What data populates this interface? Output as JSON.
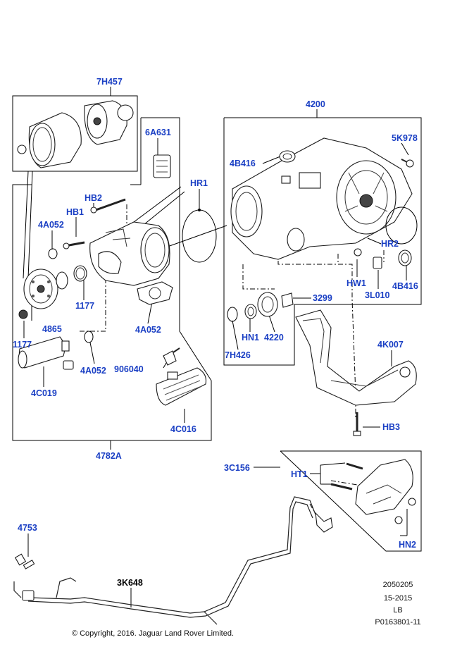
{
  "diagram": {
    "accent_color": "#1a3fc4",
    "callouts": {
      "c7H457": "7H457",
      "c4200": "4200",
      "c6A631": "6A631",
      "c5K978": "5K978",
      "c4B416a": "4B416",
      "cHR1": "HR1",
      "cHB2": "HB2",
      "cHB1": "HB1",
      "c4A052a": "4A052",
      "cHR2": "HR2",
      "cHW1": "HW1",
      "c4B416b": "4B416",
      "c3L010": "3L010",
      "c1177a": "1177",
      "c3299": "3299",
      "c4A052b": "4A052",
      "cHN1": "HN1",
      "c4220": "4220",
      "c4865": "4865",
      "c1177b": "1177",
      "c4K007": "4K007",
      "c7H426": "7H426",
      "c906040": "906040",
      "c4A052c": "4A052",
      "c4C019": "4C019",
      "c4C016": "4C016",
      "cHB3": "HB3",
      "c4782A": "4782A",
      "c3C156": "3C156",
      "cHT1": "HT1",
      "c4753": "4753",
      "cHN2": "HN2",
      "c3K648": "3K648"
    }
  },
  "footer": {
    "date_code": "2050205",
    "range": "15-2015",
    "side": "LB",
    "ref": "P0163801-11",
    "copyright": "© Copyright, 2016. Jaguar Land Rover Limited."
  }
}
